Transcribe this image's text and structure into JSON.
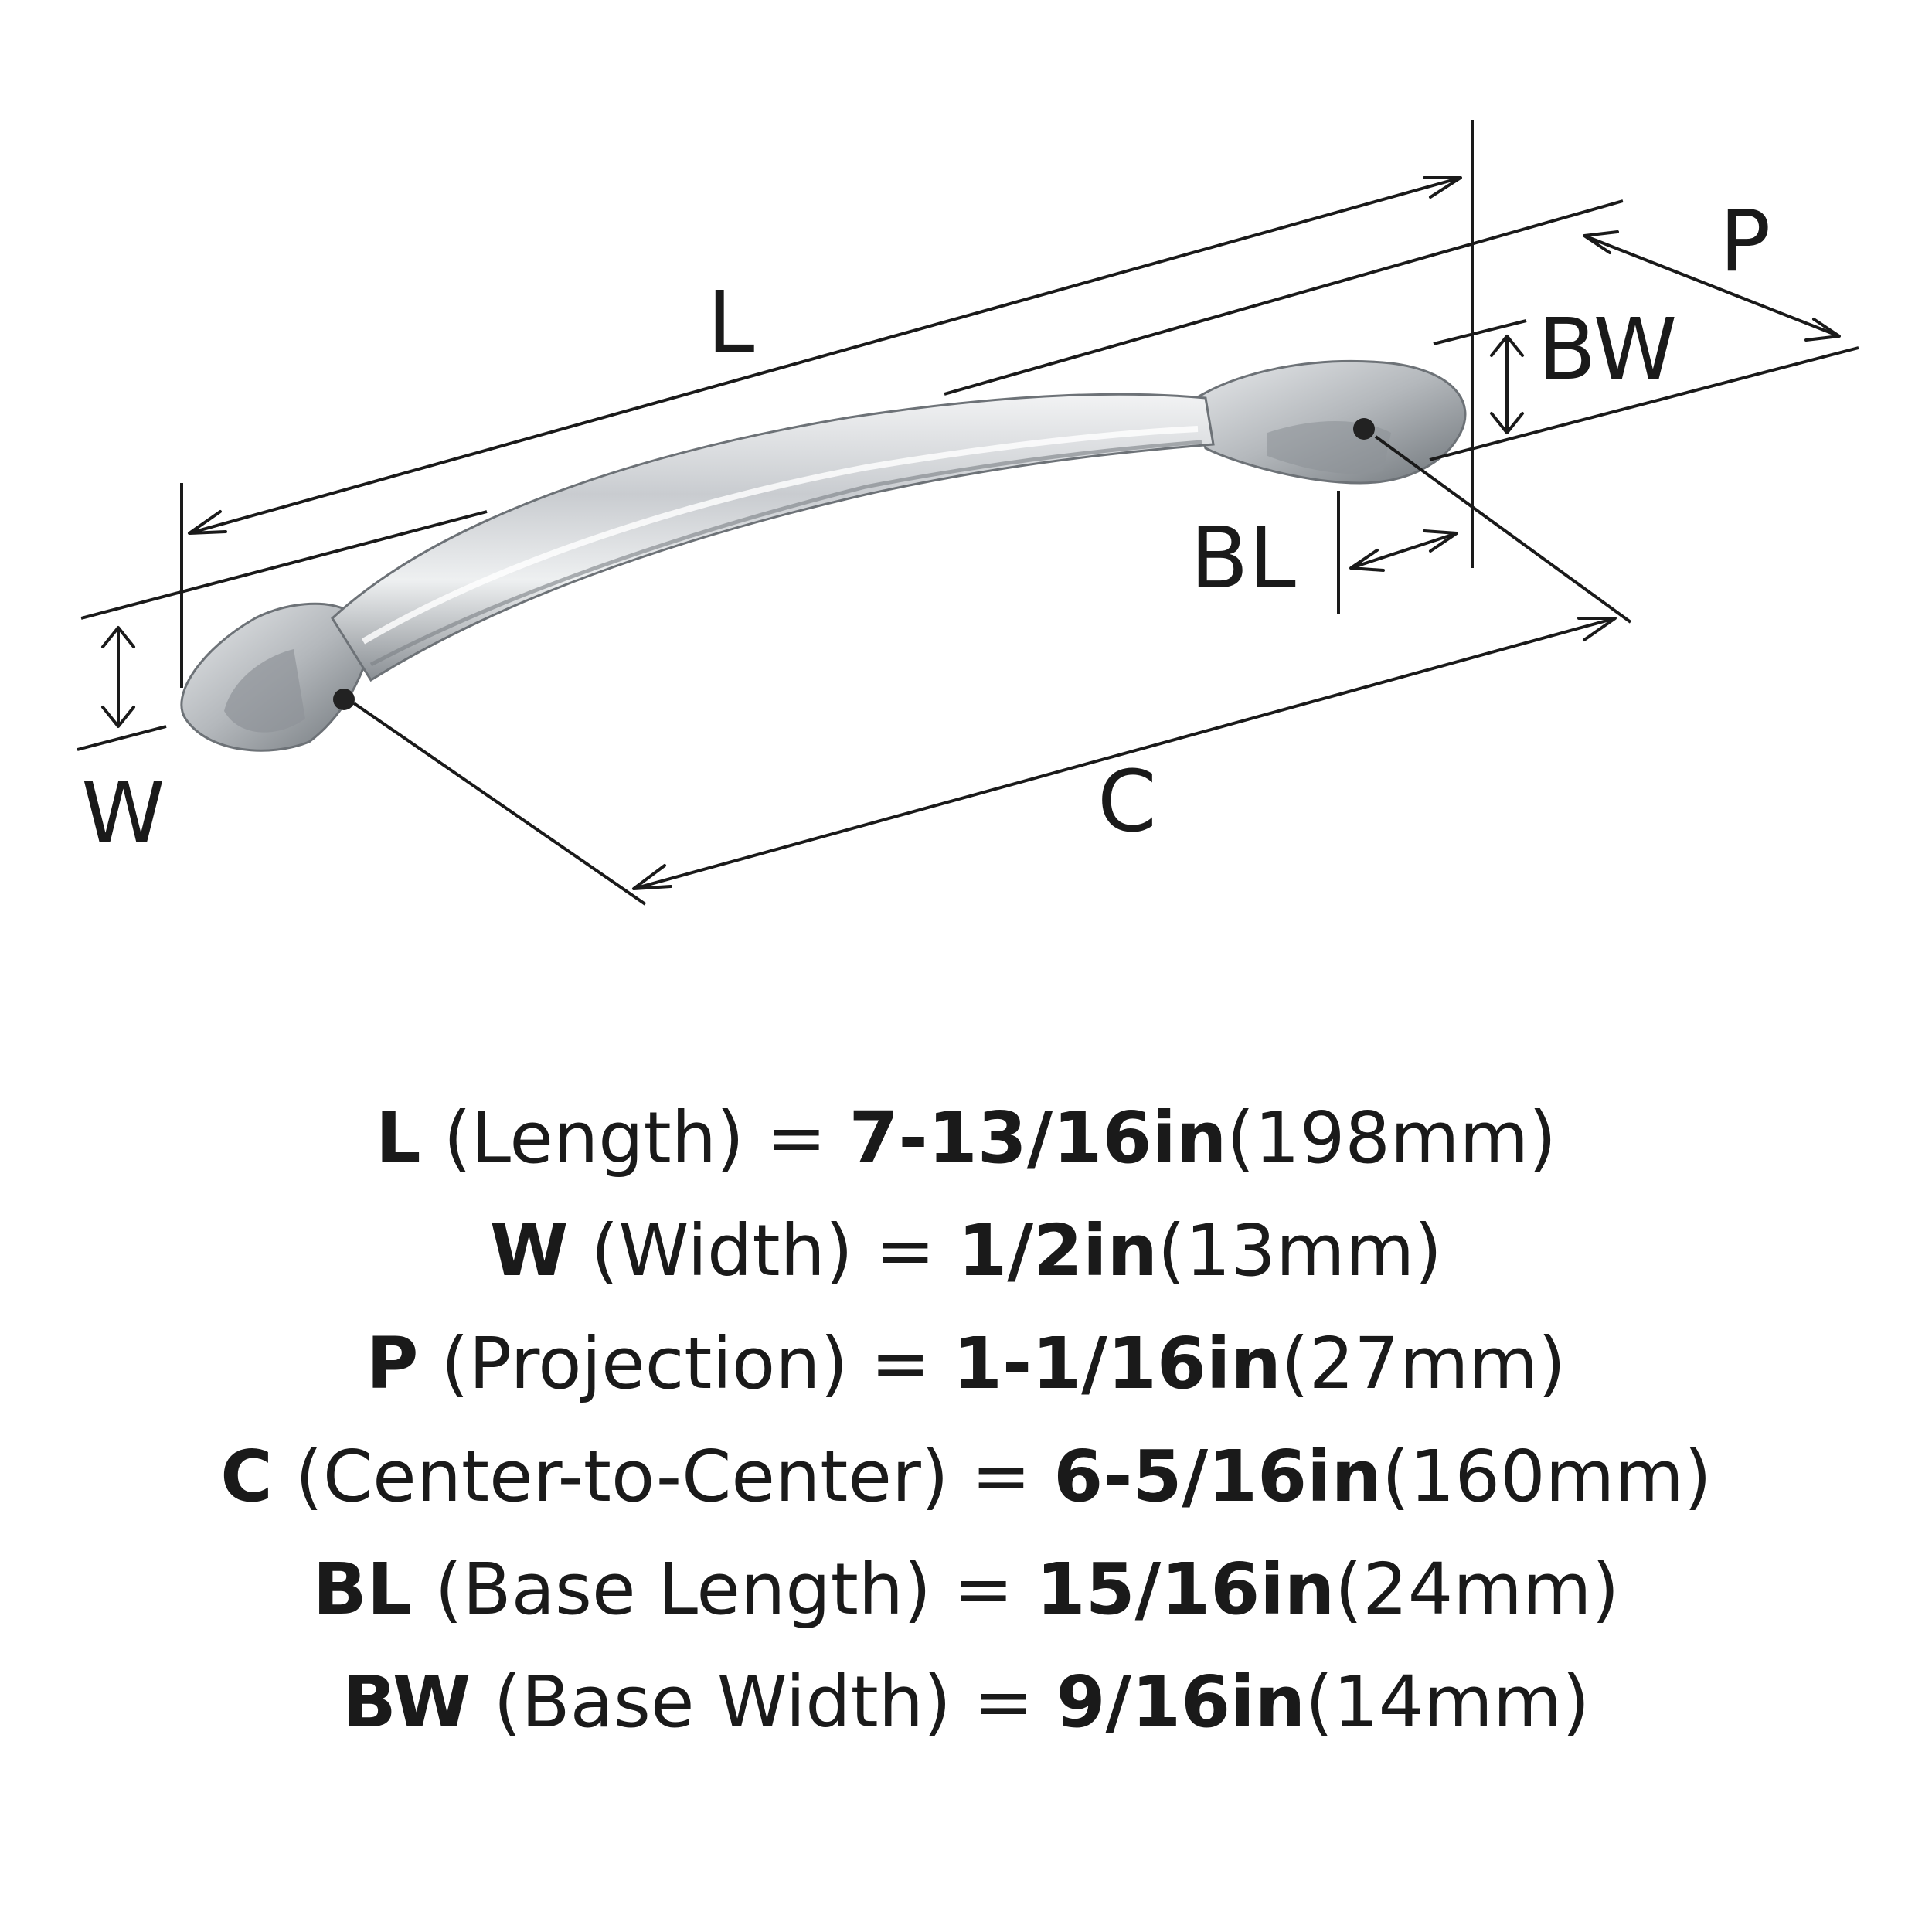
{
  "dimension_labels": {
    "L": "L",
    "W": "W",
    "P": "P",
    "C": "C",
    "BL": "BL",
    "BW": "BW"
  },
  "specs": [
    {
      "code": "L",
      "name": "(Length)",
      "imperial": "7-13/16in",
      "metric": "(198mm)"
    },
    {
      "code": "W",
      "name": "(Width)",
      "imperial": "1/2in",
      "metric": "(13mm)"
    },
    {
      "code": "P",
      "name": "(Projection)",
      "imperial": "1-1/16in",
      "metric": "(27mm)"
    },
    {
      "code": "C",
      "name": "(Center-to-Center)",
      "imperial": "6-5/16in",
      "metric": "(160mm)"
    },
    {
      "code": "BL",
      "name": "(Base Length)",
      "imperial": "15/16in",
      "metric": "(24mm)"
    },
    {
      "code": "BW",
      "name": "(Base Width)",
      "imperial": "9/16in",
      "metric": "(14mm)"
    }
  ],
  "colors": {
    "ink": "#1a1a1a",
    "metal_light": "#e4e6e8",
    "metal_mid": "#b9bdc1",
    "metal_dark": "#7e8388"
  }
}
